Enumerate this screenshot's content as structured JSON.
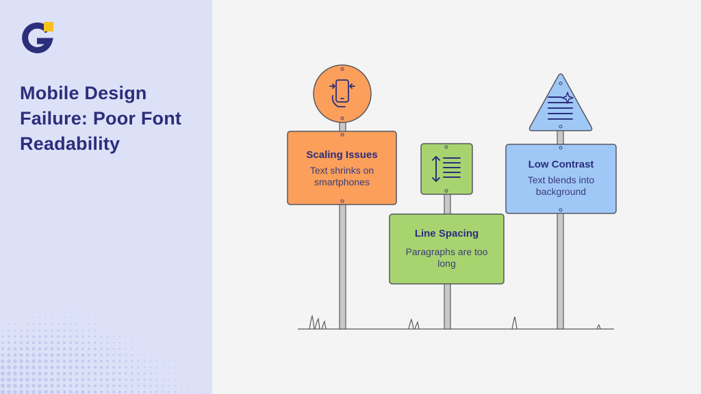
{
  "brand": {
    "logo_letter": "G",
    "accent_color": "#f6c21c",
    "brand_color": "#2b2e7a"
  },
  "panel": {
    "title": "Mobile Design Failure: Poor Font Readability",
    "background": "#dde1f8"
  },
  "signs": [
    {
      "title": "Scaling Issues",
      "body": "Text shrinks on smartphones",
      "color": "#fb9f5b",
      "icon": "phone-resize-icon"
    },
    {
      "title": "Line Spacing",
      "body": "Paragraphs are too long",
      "color": "#a8d46f",
      "icon": "line-height-icon"
    },
    {
      "title": "Low Contrast",
      "body": "Text blends into background",
      "color": "#a0c8f7",
      "icon": "text-sparkle-icon"
    }
  ]
}
